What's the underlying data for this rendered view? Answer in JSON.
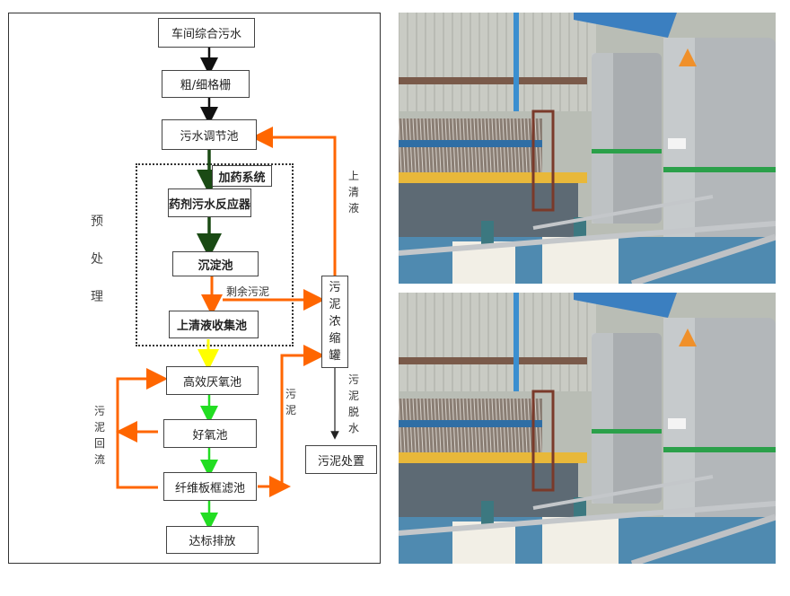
{
  "diagram": {
    "title_side_label": "预处理",
    "boxes": {
      "workshop_sewage": "车间综合污水",
      "grille": "粗/细格栅",
      "regulating_tank": "污水调节池",
      "dosing_system": "加药系统",
      "reactor": "药剂污水反应器",
      "sedimentation": "沉淀池",
      "supernatant_tank": "上清液收集池",
      "anaerobic": "高效厌氧池",
      "aerobic": "好氧池",
      "fiber_filter": "纤维板框滤池",
      "discharge": "达标排放",
      "sludge_thickener": "污泥浓缩罐",
      "sludge_disposal": "污泥处置"
    },
    "labels": {
      "supernatant": "上清液",
      "excess_sludge": "剩余污泥",
      "sludge_return": "污泥回流",
      "sludge": "污泥",
      "sludge_dewatering": "污泥脱水"
    },
    "colors": {
      "main_flow_black": "#111111",
      "pretreat_flow_green": "#1a4a14",
      "yellow_flow": "#ffff00",
      "bio_flow_green": "#22dd22",
      "sludge_orange": "#ff6600"
    }
  },
  "photos": [
    {
      "name": "equipment-photo-top",
      "subject": "stainless steel sludge thickening tanks and plate-frame filter press"
    },
    {
      "name": "equipment-photo-bottom",
      "subject": "stainless steel sludge thickening tanks and plate-frame filter press"
    }
  ]
}
